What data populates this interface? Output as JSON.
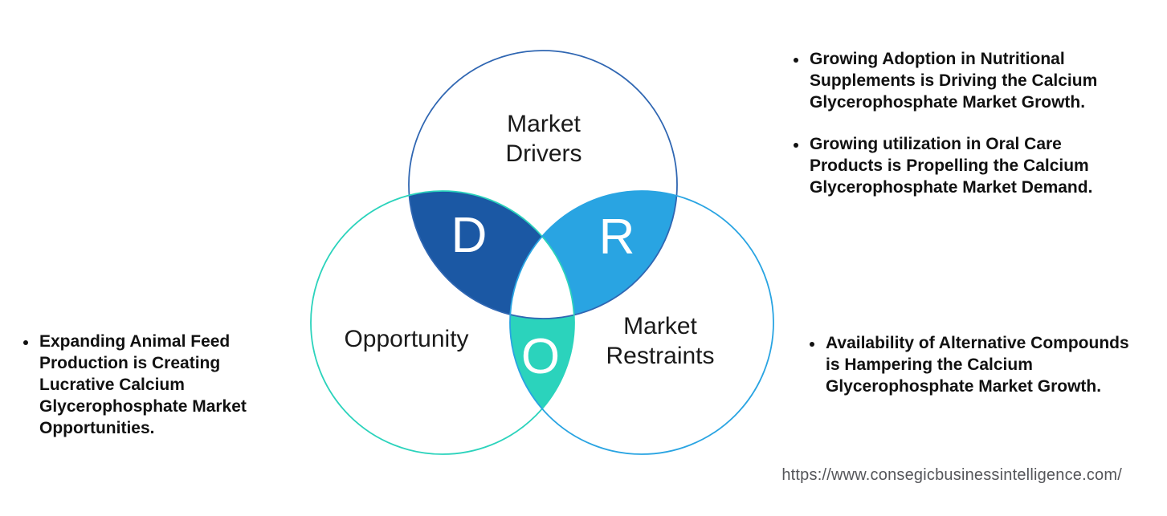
{
  "diagram": {
    "title": "DRO venn diagram",
    "circles": {
      "drivers": {
        "label": "Market\nDrivers",
        "letter": "D"
      },
      "opportunity": {
        "label": "Opportunity",
        "letter": "O"
      },
      "restraints": {
        "label": "Market\nRestraints",
        "letter": "R"
      }
    },
    "colors": {
      "drivers_fill": "#1B58A4",
      "drivers_stroke": "#2F66B2",
      "restraints_fill": "#29A4E2",
      "restraints_stroke": "#29A4E2",
      "opportunity_fill": "#2BD3BC",
      "opportunity_stroke": "#2BD3BC",
      "letter_text": "#FFFFFF",
      "label_text": "#1A1A1A",
      "bullet_text": "#111111",
      "url_text": "#55565A"
    }
  },
  "bullets": {
    "drivers": [
      "Growing Adoption in Nutritional\nSupplements is Driving the Calcium\nGlycerophosphate Market Growth.",
      "Growing utilization in Oral Care\nProducts is Propelling the Calcium\nGlycerophosphate Market Demand."
    ],
    "opportunity": [
      "Expanding Animal Feed\nProduction is Creating\nLucrative Calcium\nGlycerophosphate Market\nOpportunities."
    ],
    "restraints": [
      "Availability of Alternative Compounds\nis Hampering the Calcium\nGlycerophosphate Market Growth."
    ]
  },
  "footer": {
    "url": "https://www.consegicbusinessintelligence.com/"
  }
}
